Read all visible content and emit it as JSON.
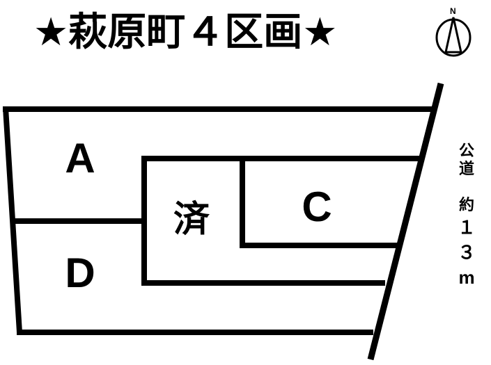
{
  "title": "★萩原町４区画★",
  "compass": {
    "icon": "north-arrow-icon",
    "label": "N"
  },
  "lots": [
    {
      "id": "A",
      "label": "A",
      "status": "available"
    },
    {
      "id": "sold",
      "label": "済",
      "status": "sold"
    },
    {
      "id": "C",
      "label": "C",
      "status": "available"
    },
    {
      "id": "D",
      "label": "D",
      "status": "available"
    }
  ],
  "road": {
    "type_line1": "公",
    "type_line2": "道",
    "approx": "約",
    "width_value": "１３",
    "unit": "m"
  },
  "colors": {
    "line": "#000000",
    "background": "#ffffff"
  }
}
